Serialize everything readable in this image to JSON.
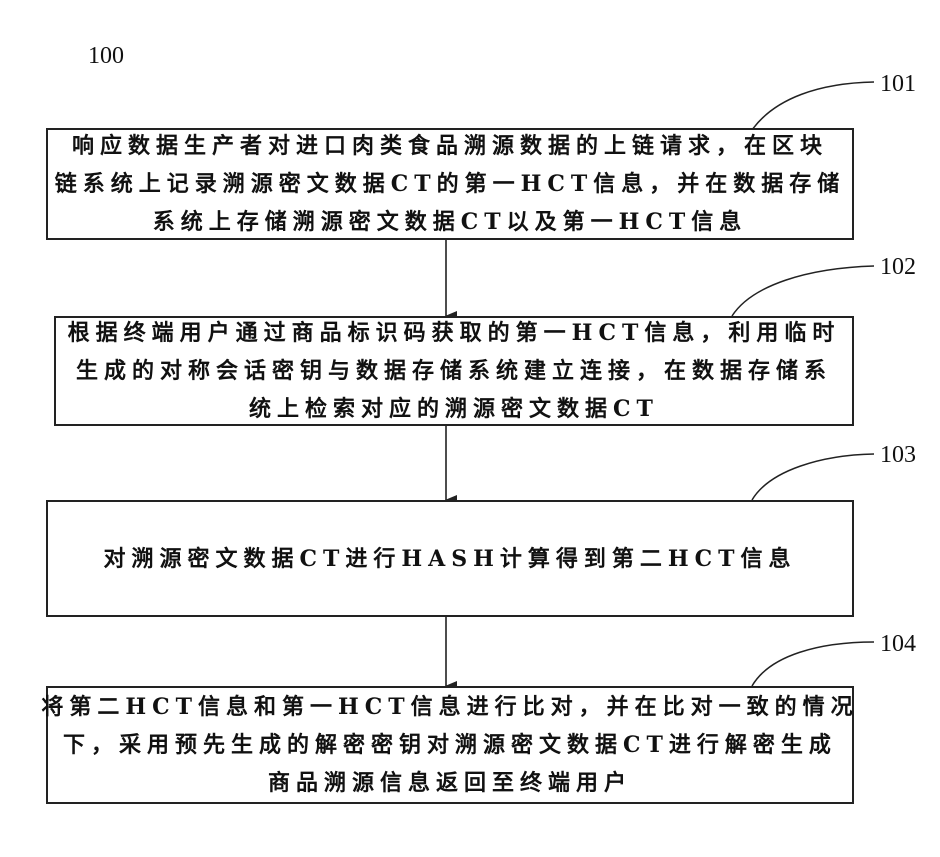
{
  "figure_label": "100",
  "steps": [
    {
      "id": "101",
      "lines": [
        "响应数据生产者对进口肉类食品溯源数据的上链请求，在区块",
        "链系统上记录溯源密文数据CT的第一HCT信息，并在数据存储",
        "系统上存储溯源密文数据CT以及第一HCT信息"
      ]
    },
    {
      "id": "102",
      "lines": [
        "根据终端用户通过商品标识码获取的第一HCT信息，利用临时",
        "生成的对称会话密钥与数据存储系统建立连接，在数据存储系",
        "统上检索对应的溯源密文数据CT"
      ]
    },
    {
      "id": "103",
      "lines": [
        "对溯源密文数据CT进行HASH计算得到第二HCT信息"
      ]
    },
    {
      "id": "104",
      "lines": [
        "将第二HCT信息和第一HCT信息进行比对，并在比对一致的情况",
        "下，采用预先生成的解密密钥对溯源密文数据CT进行解密生成",
        "商品溯源信息返回至终端用户"
      ]
    }
  ]
}
